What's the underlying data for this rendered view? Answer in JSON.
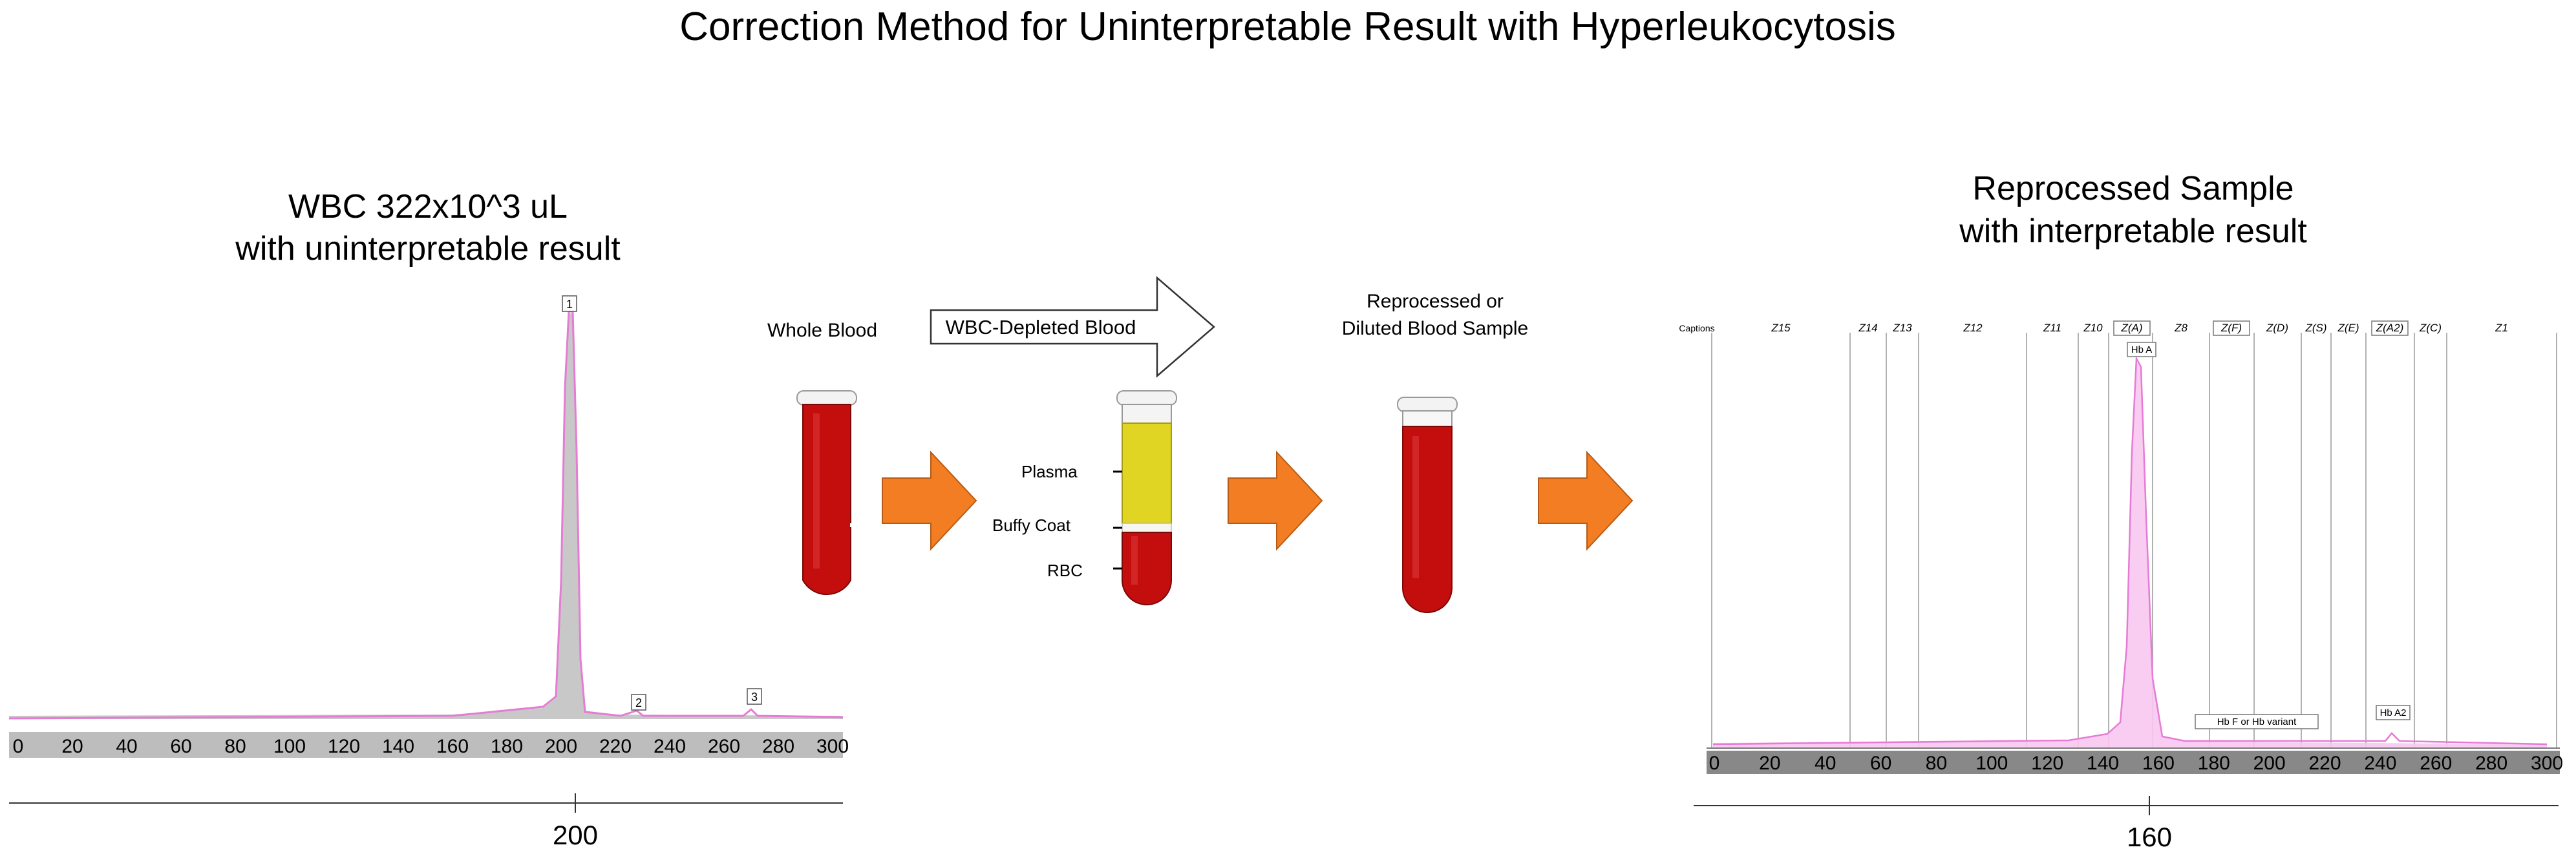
{
  "title": "Correction Method for Uninterpretable Result with Hyperleukocytosis",
  "left_panel": {
    "heading_line1": "WBC 322x10^3 uL",
    "heading_line2": "with uninterpretable result",
    "peak_labels": [
      "1",
      "2",
      "3"
    ],
    "axis_ticks": [
      "0",
      "20",
      "40",
      "60",
      "80",
      "100",
      "120",
      "140",
      "160",
      "180",
      "200",
      "220",
      "240",
      "260",
      "280",
      "300"
    ],
    "ruler_label": "200",
    "colors": {
      "trace": "#e67bd6",
      "fill": "#c8c8c8",
      "axis_bar": "#bdbdbd"
    }
  },
  "middle": {
    "whole_blood_label": "Whole Blood",
    "depleted_label": "WBC-Depleted Blood",
    "reprocessed_label_line1": "Reprocessed or",
    "reprocessed_label_line2": "Diluted Blood Sample",
    "layer_labels": {
      "plasma": "Plasma",
      "buffy": "Buffy Coat",
      "rbc": "RBC"
    },
    "colors": {
      "blood": "#c40d0d",
      "plasma": "#e0d523",
      "arrow": "#f37d22",
      "arrow_edge": "#b85b14"
    }
  },
  "right_panel": {
    "heading_line1": "Reprocessed Sample",
    "heading_line2": "with interpretable result",
    "zone_labels": [
      "Captions",
      "Z15",
      "Z14",
      "Z13",
      "Z12",
      "Z11",
      "Z10",
      "Z(A)",
      "Z8",
      "Z(F)",
      "Z(D)",
      "Z(S)",
      "Z(E)",
      "Z(A2)",
      "Z(C)",
      "Z1"
    ],
    "hb_a_label": "Hb A",
    "hb_f_label": "Hb F or Hb variant",
    "hb_a2_label": "Hb A2",
    "axis_ticks": [
      "0",
      "20",
      "40",
      "60",
      "80",
      "100",
      "120",
      "140",
      "160",
      "180",
      "200",
      "220",
      "240",
      "260",
      "280",
      "300"
    ],
    "ruler_label": "160",
    "colors": {
      "trace": "#f2a6e8",
      "fill": "#f8c6f0",
      "axis_bar": "#888888",
      "zone_line": "#999999"
    }
  }
}
